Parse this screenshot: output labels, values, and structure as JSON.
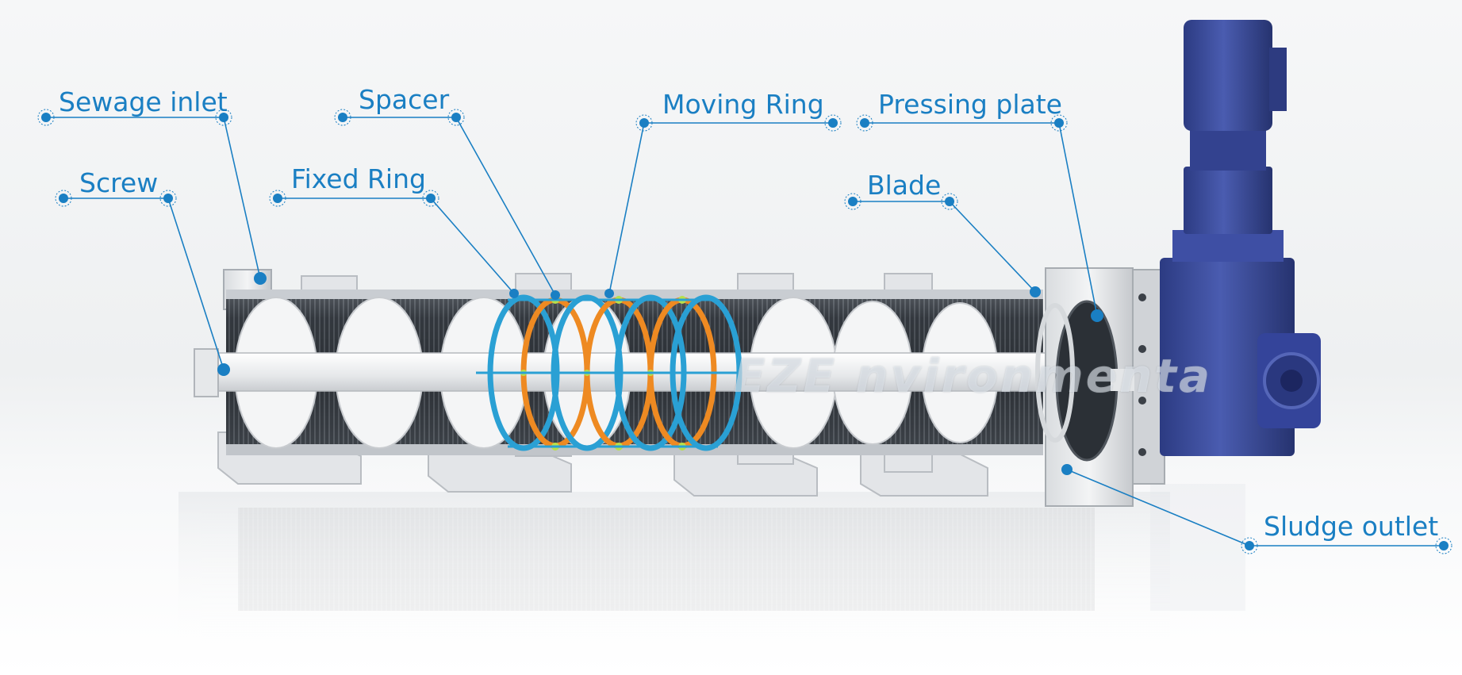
{
  "accent_color": "#1a7fc3",
  "ring_colors": {
    "fixed_ring": "#2aa0d4",
    "moving_ring": "#ee8a22",
    "spacer": "#b8e04a"
  },
  "motor_color": "#3a4c9a",
  "watermark": "EZE nvironmenta",
  "labels": {
    "sewage_inlet": "Sewage inlet",
    "screw": "Screw",
    "spacer": "Spacer",
    "fixed_ring": "Fixed Ring",
    "moving_ring": "Moving Ring",
    "pressing_plate": "Pressing plate",
    "blade": "Blade",
    "sludge_outlet": "Sludge outlet"
  }
}
